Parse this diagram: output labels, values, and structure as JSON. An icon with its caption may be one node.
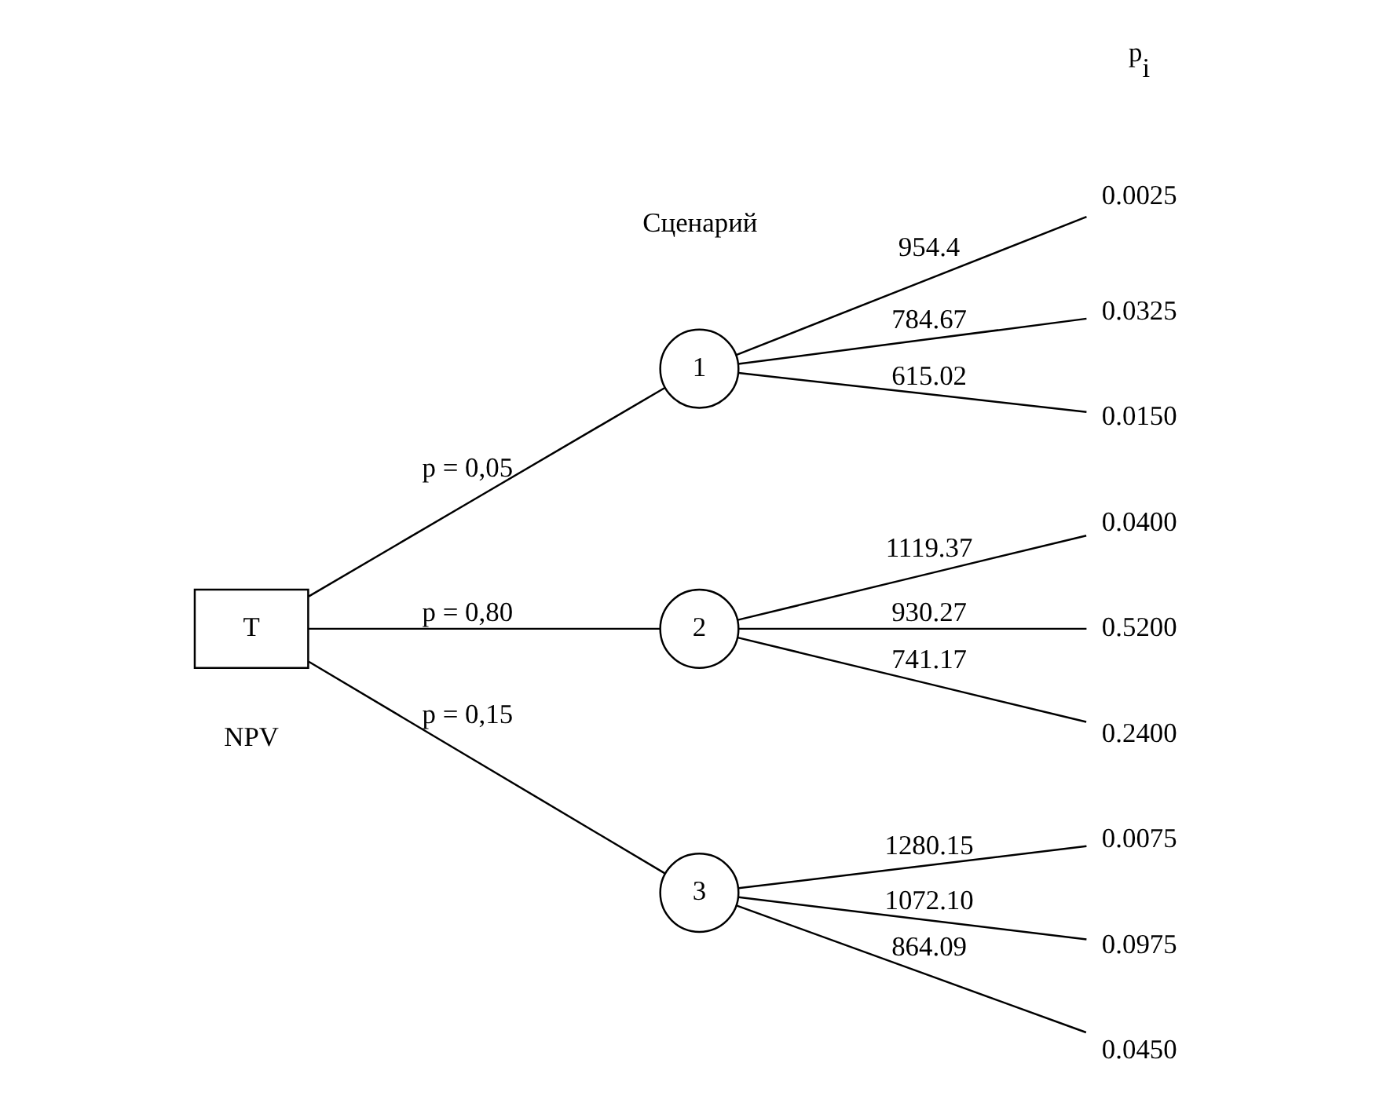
{
  "diagram": {
    "nodes": [
      {
        "text": [
          "T"
        ]
      },
      {
        "text": [
          "1"
        ]
      },
      {
        "text": [
          "2"
        ]
      },
      {
        "text": [
          "3"
        ]
      },
      {
        "text": [
          "0.0025"
        ]
      },
      {
        "text": [
          "0.0325"
        ]
      },
      {
        "text": [
          "0.0150"
        ]
      },
      {
        "text": [
          "0.0400"
        ]
      },
      {
        "text": [
          "0.5200"
        ]
      },
      {
        "text": [
          "0.2400"
        ]
      },
      {
        "text": [
          "0.0075"
        ]
      },
      {
        "text": [
          "0.0975"
        ]
      },
      {
        "text": [
          "0.0450"
        ]
      }
    ],
    "edges": [
      {
        "from": 0,
        "to": 1,
        "arrow": "none",
        "label": "p = 0,05"
      },
      {
        "from": 0,
        "to": 2,
        "arrow": "none",
        "label": "p = 0,80"
      },
      {
        "from": 0,
        "to": 3,
        "arrow": "none",
        "label": "p = 0,15"
      },
      {
        "from": 1,
        "to": 4,
        "arrow": "none",
        "label": "954.4"
      },
      {
        "from": 1,
        "to": 5,
        "arrow": "none",
        "label": "784.67"
      },
      {
        "from": 1,
        "to": 6,
        "arrow": "none",
        "label": "615.02"
      },
      {
        "from": 2,
        "to": 7,
        "arrow": "none",
        "label": "1119.37"
      },
      {
        "from": 2,
        "to": 8,
        "arrow": "none",
        "label": "930.27"
      },
      {
        "from": 2,
        "to": 9,
        "arrow": "none",
        "label": "741.17"
      },
      {
        "from": 3,
        "to": 10,
        "arrow": "none",
        "label": "1280.15"
      },
      {
        "from": 3,
        "to": 11,
        "arrow": "none",
        "label": "1072.10"
      },
      {
        "from": 3,
        "to": 12,
        "arrow": "none",
        "label": "864.09"
      }
    ],
    "labels": [
      "p$_{i}$",
      "NPV",
      "Сценарий"
    ]
  }
}
